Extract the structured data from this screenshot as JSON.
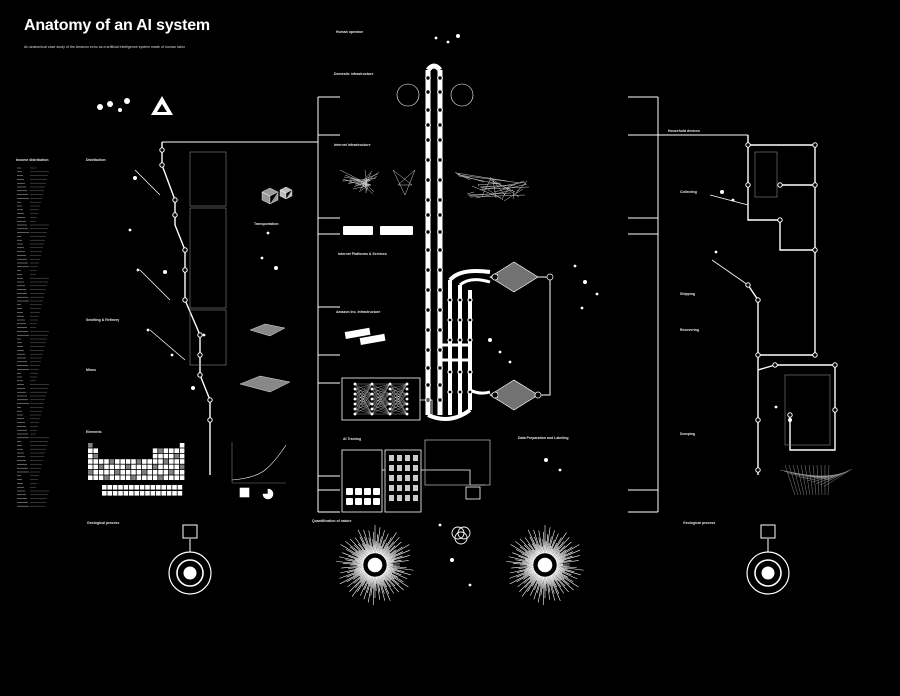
{
  "poster": {
    "title": "Anatomy of an AI system",
    "subtitle": "An anatomical case study of the Amazon echo as a artificial intelligence system made of human labor"
  },
  "labels": {
    "human_operator": "Human operator",
    "domestic_infrastructure": "Domestic infrastructure",
    "internet_infrastructure": "Internet Infrastructure",
    "internet_platforms": "Internet Platforms & Services",
    "amazon_infrastructure": "Amazon Inc. Infrastructure",
    "ai_training": "AI Training",
    "data_preparation": "Data Preparation and Labeling",
    "quantification_of_nature": "Quantification of nature",
    "geological_process_left": "Geological process",
    "geological_process_right": "Geological process",
    "income_distribution": "Income distribution",
    "distribution": "Distribution",
    "smelting": "Smelting & Refinery",
    "mines": "Mines",
    "transportation": "Transportation",
    "elements": "Elements",
    "household_devices": "Household devices",
    "collecting": "Collecting",
    "shipping": "Shipping",
    "recovering": "Recovering",
    "dumping": "Dumping"
  },
  "colors": {
    "background": "#000000",
    "foreground": "#ffffff"
  }
}
